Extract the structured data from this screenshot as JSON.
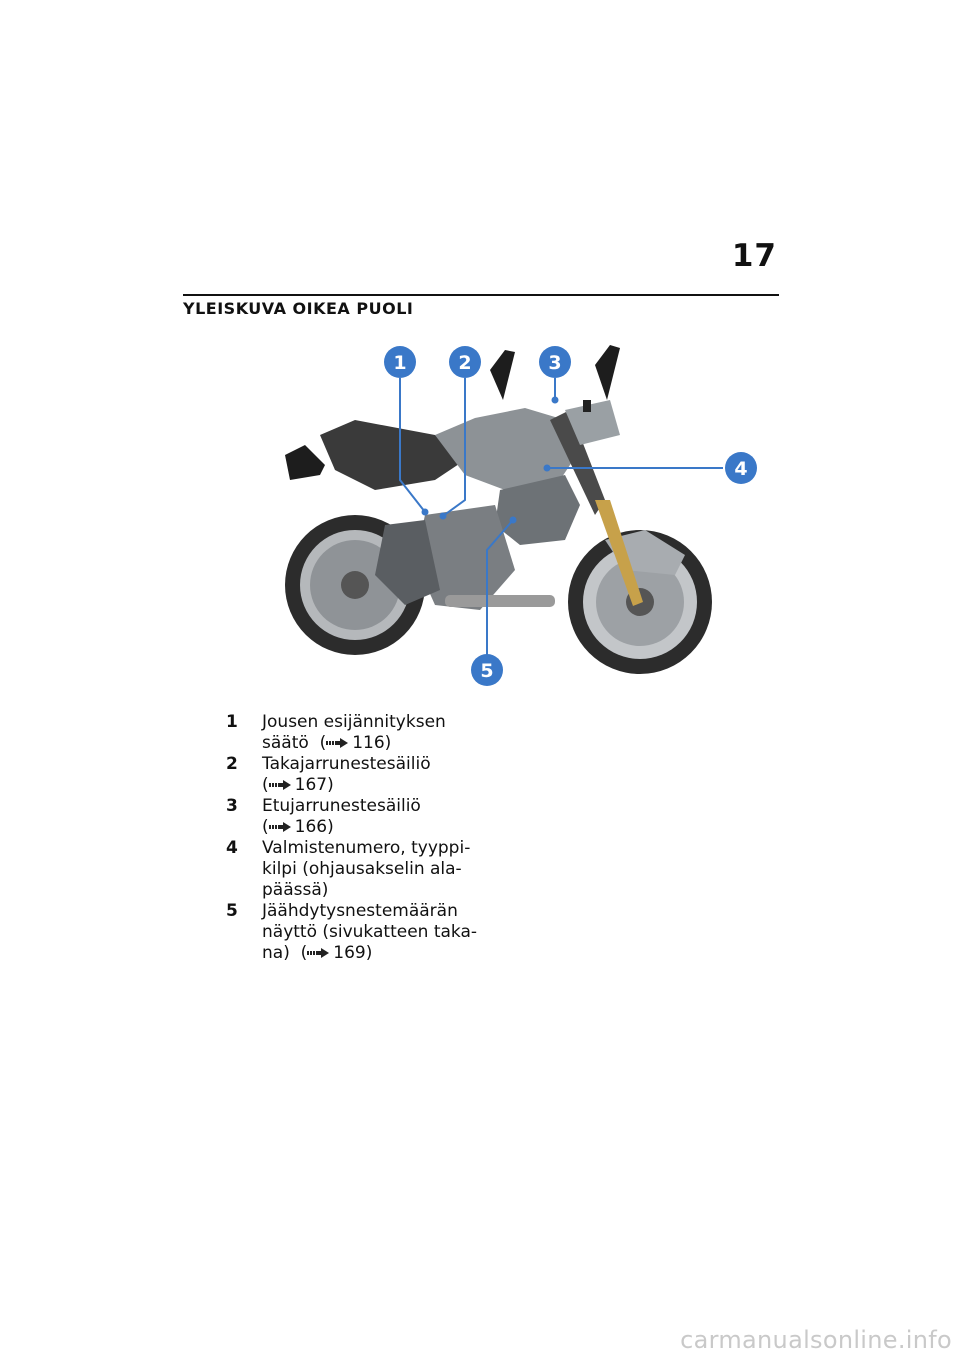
{
  "page": {
    "number": "17"
  },
  "section": {
    "title": "YLEISKUVA OIKEA PUOLI"
  },
  "figure": {
    "callouts": [
      "1",
      "2",
      "3",
      "4",
      "5"
    ],
    "callout_color": "#3a78c8"
  },
  "legend": {
    "items": [
      {
        "num": "1",
        "lines": [
          "Jousen esijännityksen",
          "säätö"
        ],
        "ref": "116"
      },
      {
        "num": "2",
        "lines": [
          "Takajarrunestesäiliö"
        ],
        "ref": "167"
      },
      {
        "num": "3",
        "lines": [
          "Etujarrunestesäiliö"
        ],
        "ref": "166"
      },
      {
        "num": "4",
        "lines": [
          "Valmistenumero, tyyppi-",
          "kilpi (ohjausakselin ala-",
          "päässä)"
        ],
        "ref": null
      },
      {
        "num": "5",
        "lines": [
          "Jäähdytysnestemäärän",
          "näyttö (sivukatteen taka-",
          "na)"
        ],
        "ref": "169"
      }
    ],
    "ref_open": "(",
    "ref_close": ")"
  },
  "watermark": {
    "text": "carmanualsonline.info"
  }
}
